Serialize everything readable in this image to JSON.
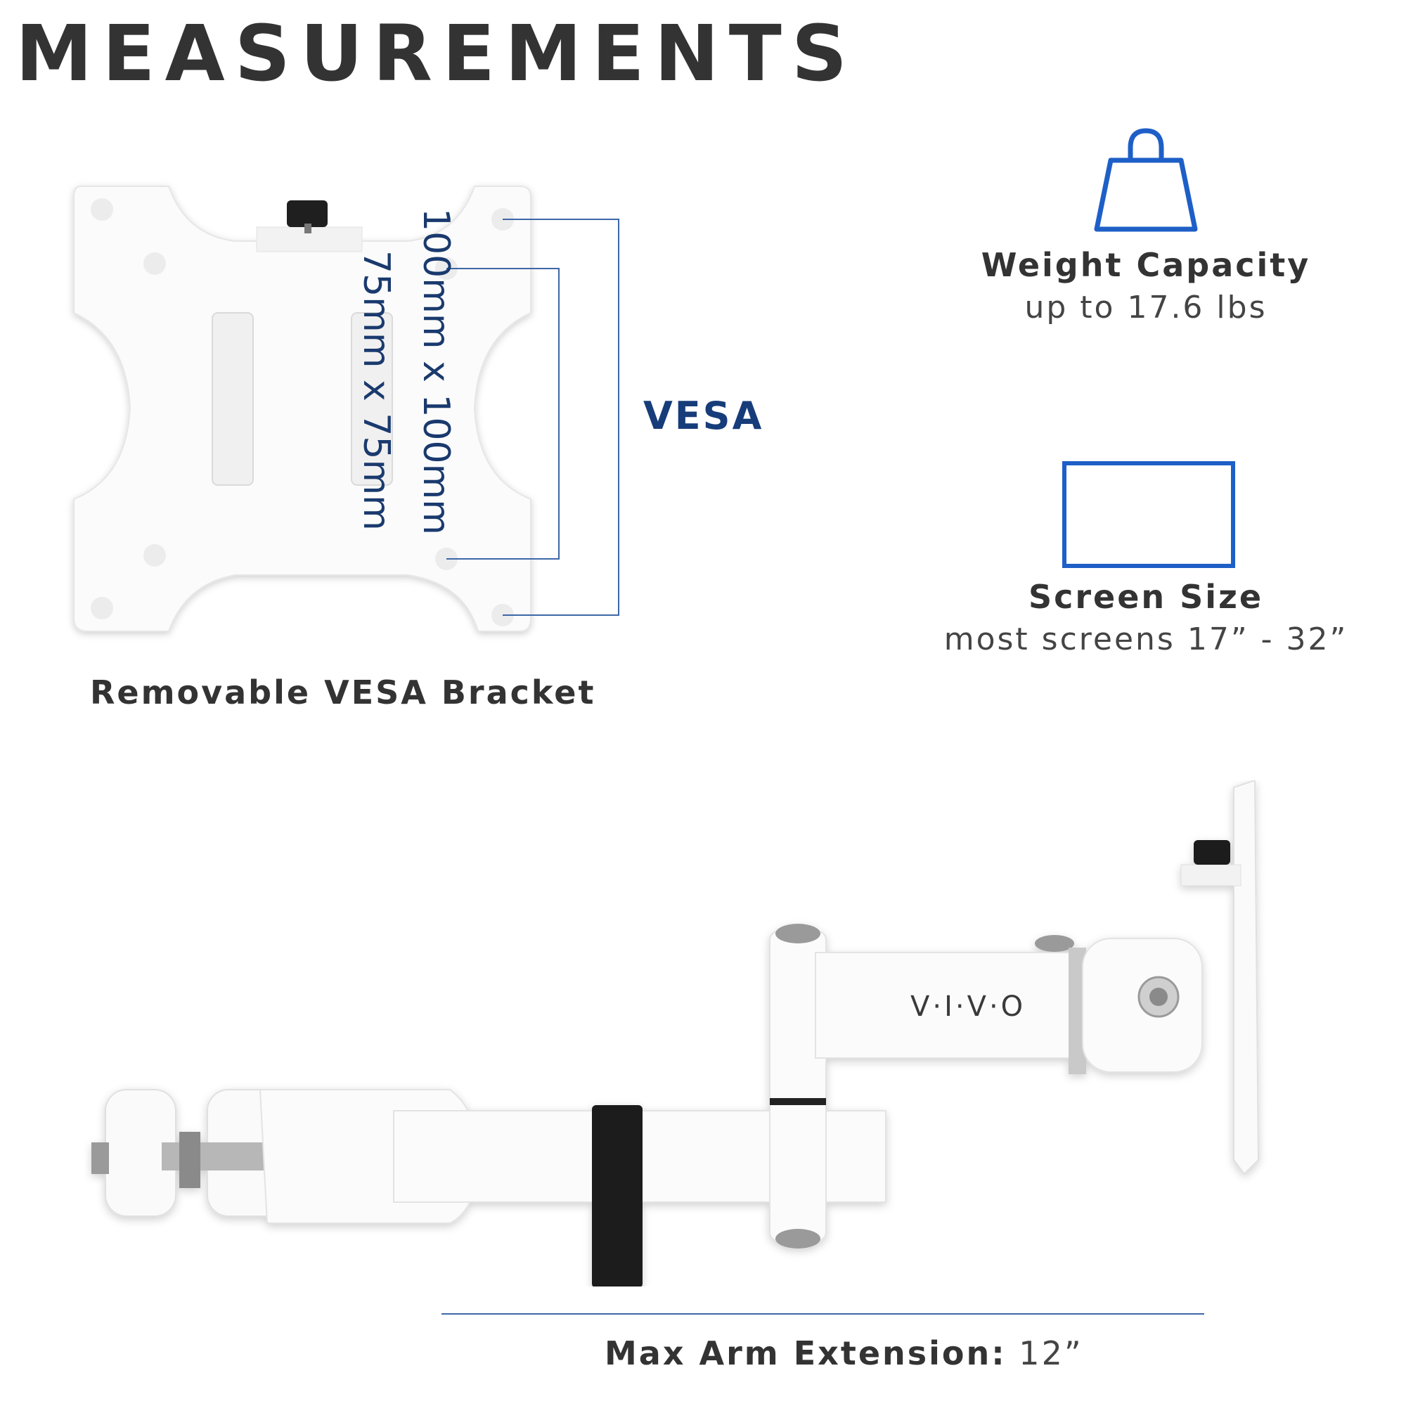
{
  "title": "MEASUREMENTS",
  "vesa": {
    "dimension_large": "100mm x 100mm",
    "dimension_small": "75mm x 75mm",
    "label": "VESA",
    "caption": "Removable VESA Bracket"
  },
  "weight": {
    "title": "Weight Capacity",
    "value": "up to 17.6 lbs",
    "icon": "weight-bag-icon"
  },
  "screen": {
    "title": "Screen Size",
    "value": "most screens 17” - 32”",
    "icon": "monitor-outline-icon"
  },
  "arm": {
    "brand_logo": "V·I·V·O",
    "extension_label": "Max Arm Extension:",
    "extension_value": "12”"
  },
  "colors": {
    "accent": "#1e5fc7",
    "vesa_text": "#163c7a",
    "dimension_line": "#3d67a8",
    "heading": "#333333"
  }
}
